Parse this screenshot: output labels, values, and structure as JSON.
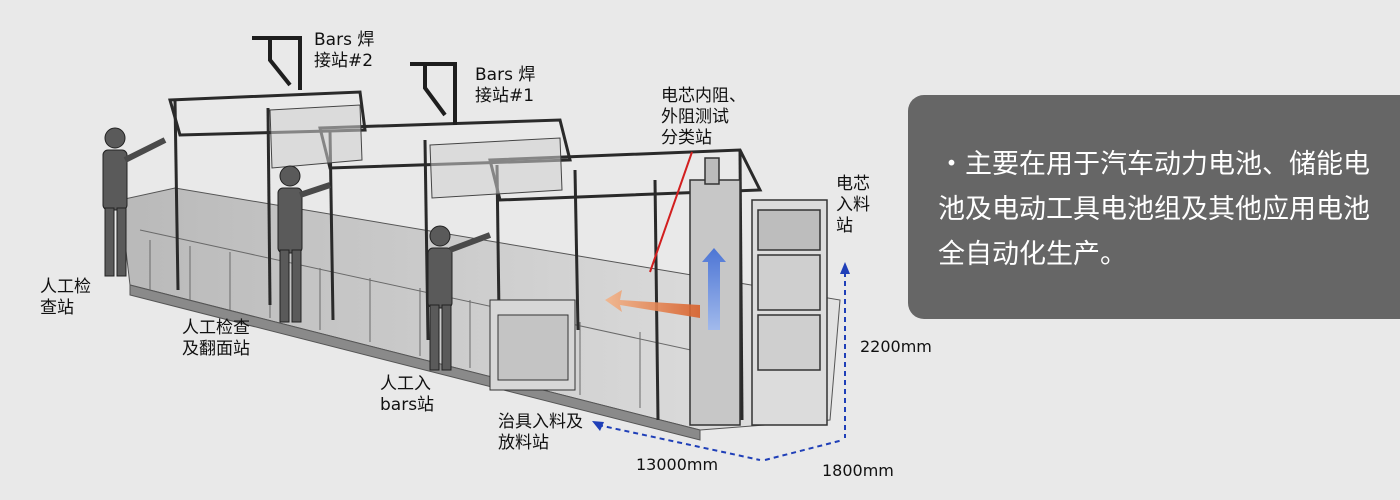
{
  "labels": {
    "bars_weld_2": "Bars 焊\n接站#2",
    "bars_weld_1": "Bars 焊\n接站#1",
    "cell_resistance": "电芯内阻、\n外阻测试\n分类站",
    "cell_feed": "电芯\n入料\n站",
    "manual_inspection": "人工检\n查站",
    "manual_inspect_flip": "人工检查\n及翻面站",
    "manual_bars": "人工入\nbars站",
    "fixture_feed": "治具入料及\n放料站"
  },
  "dimensions": {
    "height": "2200mm",
    "length": "13000mm",
    "width": "1800mm"
  },
  "callout": {
    "text": "・主要在用于汽车动力电池、储能电池及电动工具电池组及其他应用电池全自动化生产。"
  },
  "colors": {
    "callout_bg": "#666666",
    "dimension_line": "#1f3fb8",
    "flow_arrow_orange": "#e07a3a",
    "flow_arrow_blue": "#4a78d8"
  }
}
